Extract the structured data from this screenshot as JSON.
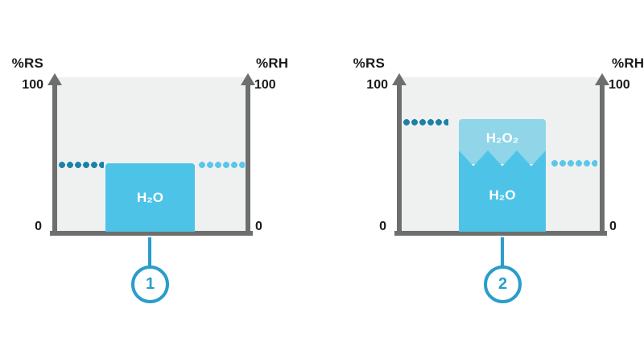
{
  "panels": [
    {
      "marker": "1",
      "left_axis": {
        "label": "%RS",
        "max": "100",
        "min": "0"
      },
      "right_axis": {
        "label": "%RH",
        "max": "100",
        "min": "0"
      },
      "layers": [
        {
          "name": "water",
          "label": "H₂O"
        }
      ]
    },
    {
      "marker": "2",
      "left_axis": {
        "label": "%RS",
        "max": "100",
        "min": "0"
      },
      "right_axis": {
        "label": "%RH",
        "max": "100",
        "min": "0"
      },
      "layers": [
        {
          "name": "hydrogen-peroxide",
          "label": "H₂O₂"
        },
        {
          "name": "water",
          "label": "H₂O"
        }
      ]
    }
  ],
  "colors": {
    "water_fill": "#4ec3e8",
    "peroxide_fill": "#90d5e8",
    "rs_dots": "#1c80a9",
    "rh_dots": "#5ac6ea",
    "axis_gray": "#6d6e6e",
    "plot_background": "#eff1f1",
    "marker_accent": "#2a9dcb"
  }
}
